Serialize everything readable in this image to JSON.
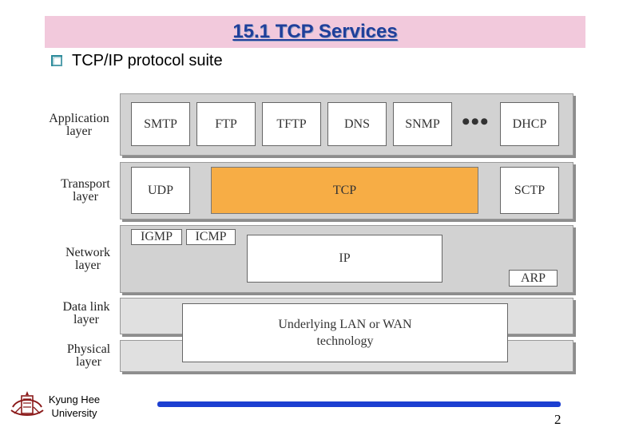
{
  "title": "15.1 TCP Services",
  "bullet": "TCP/IP protocol suite",
  "layers": {
    "application": [
      "Application",
      "layer"
    ],
    "transport": [
      "Transport",
      "layer"
    ],
    "network": [
      "Network",
      "layer"
    ],
    "datalink": [
      "Data link",
      "layer"
    ],
    "physical": [
      "Physical",
      "layer"
    ]
  },
  "protocols": {
    "smtp": "SMTP",
    "ftp": "FTP",
    "tftp": "TFTP",
    "dns": "DNS",
    "snmp": "SNMP",
    "ellipsis": "•••",
    "dhcp": "DHCP",
    "udp": "UDP",
    "tcp": "TCP",
    "sctp": "SCTP",
    "igmp": "IGMP",
    "icmp": "ICMP",
    "ip": "IP",
    "arp": "ARP",
    "lan": [
      "Underlying LAN or WAN",
      "technology"
    ]
  },
  "footer": {
    "university": [
      "Kyung Hee",
      "University"
    ],
    "page": "2"
  },
  "colors": {
    "title_bg": "#f2c9dc",
    "title_text": "#1f3f9a",
    "tcp_fill": "#f7ad45",
    "footer_line": "#1c3fd1"
  }
}
